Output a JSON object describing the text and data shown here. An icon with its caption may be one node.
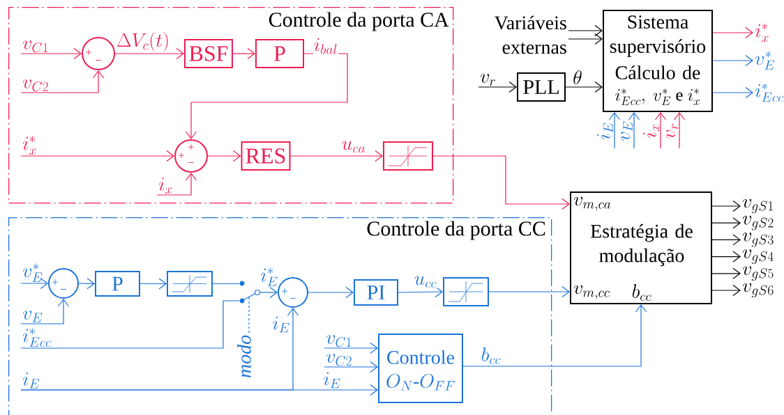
{
  "diagram": {
    "nodes": [
      {
        "text": [
          "Controle da porta CA"
        ]
      },
      {
        "text": [
          "+",
          "−"
        ],
        "in": 0
      },
      {
        "text": [
          "BSF"
        ],
        "in": 0
      },
      {
        "text": [
          "P"
        ],
        "in": 0
      },
      {
        "text": [
          "+",
          "+",
          "−"
        ],
        "in": 0
      },
      {
        "text": [
          "RES"
        ],
        "in": 0
      },
      {
        "text": [],
        "shape": "box",
        "in": 0
      },
      {
        "text": [
          "v_{C1}"
        ],
        "in": 0
      },
      {
        "text": [
          "v_{C2}"
        ],
        "in": 0
      },
      {
        "text": [
          "i_x^*"
        ],
        "in": 0
      },
      {
        "text": [
          "i_x"
        ],
        "in": 0
      },
      {
        "text": [
          "Sistema supervisório",
          "Cálculo de",
          "i^*_{Ecc},\\ v^*_E\\ \\mathrm{e}\\ i^*_x"
        ]
      },
      {
        "text": [
          "Variáveis externas"
        ]
      },
      {
        "text": [
          "v_r"
        ]
      },
      {
        "text": [
          "PLL"
        ]
      },
      {
        "text": [
          "i_x^*"
        ]
      },
      {
        "text": [
          "v_E^*"
        ]
      },
      {
        "text": [
          "i_{Ecc}^*"
        ]
      },
      {
        "text": [
          "i_E"
        ]
      },
      {
        "text": [
          "v_E"
        ]
      },
      {
        "text": [
          "i_x"
        ]
      },
      {
        "text": [
          "v_r"
        ]
      },
      {
        "text": [
          "v_{m,ca}",
          "Estratégia de modulação",
          "v_{m,cc}",
          "b_{cc}"
        ]
      },
      {
        "text": [
          "v_{gS1}"
        ]
      },
      {
        "text": [
          "v_{gS2}"
        ]
      },
      {
        "text": [
          "v_{gS3}"
        ]
      },
      {
        "text": [
          "v_{gS4}"
        ]
      },
      {
        "text": [
          "v_{gS5}"
        ]
      },
      {
        "text": [
          "v_{gS6}"
        ]
      },
      {
        "text": [
          "Controle da porta CC"
        ]
      },
      {
        "text": [
          "v_E^*"
        ],
        "in": 29
      },
      {
        "text": [
          "v_E"
        ],
        "in": 29
      },
      {
        "text": [
          "i_{Ecc}^*"
        ],
        "in": 29
      },
      {
        "text": [
          "i_E"
        ],
        "in": 29
      },
      {
        "text": [
          "+",
          "−"
        ],
        "in": 29
      },
      {
        "text": [
          "P"
        ],
        "in": 29
      },
      {
        "text": [],
        "shape": "box",
        "in": 29
      },
      {
        "text": [],
        "shape": "switch",
        "in": 29,
        "beside": [
          "modo"
        ]
      },
      {
        "text": [
          "+",
          "−"
        ],
        "in": 29
      },
      {
        "text": [
          "PI"
        ],
        "in": 29
      },
      {
        "text": [],
        "shape": "box",
        "in": 29
      },
      {
        "text": [
          "Controle",
          "O_N\\mbox{-}O_{FF}"
        ],
        "in": 29
      },
      {
        "text": [
          "v_{C1}"
        ],
        "in": 29
      },
      {
        "text": [
          "v_{C2}"
        ],
        "in": 29
      }
    ],
    "edges": [
      {
        "from": 7,
        "to": 1,
        "arrow": "to",
        "color": "#ee1d52"
      },
      {
        "from": 8,
        "to": 1,
        "arrow": "to",
        "color": "#ee1d52"
      },
      {
        "from": 1,
        "to": 2,
        "arrow": "to",
        "color": "#ee1d52",
        "label": "\\Delta V_c(t)"
      },
      {
        "from": 2,
        "to": 3,
        "arrow": "to",
        "color": "#ee1d52"
      },
      {
        "from": 3,
        "to": 4,
        "arrow": "to",
        "color": "#ee1d52",
        "label": "i_{bal}"
      },
      {
        "from": 9,
        "to": 4,
        "arrow": "to",
        "color": "#ee1d52"
      },
      {
        "from": 10,
        "to": 4,
        "arrow": "to",
        "color": "#ee1d52"
      },
      {
        "from": 4,
        "to": 5,
        "arrow": "to",
        "color": "#ee1d52"
      },
      {
        "from": 5,
        "to": 6,
        "arrow": "to",
        "color": "#ee1d52",
        "label": "u_{ca}"
      },
      {
        "from": 6,
        "to": 22,
        "arrow": "to",
        "color": "#ee1d52"
      },
      {
        "from": 12,
        "to": 11,
        "arrow": "to",
        "color": "#000000"
      },
      {
        "from": 12,
        "to": 11,
        "arrow": "to",
        "color": "#000000"
      },
      {
        "from": 13,
        "to": 14,
        "arrow": "to",
        "color": "#000000"
      },
      {
        "from": 14,
        "to": 11,
        "arrow": "to",
        "color": "#000000",
        "label": "\\theta"
      },
      {
        "from": 11,
        "to": 15,
        "arrow": "to",
        "color": "#ee1d52"
      },
      {
        "from": 11,
        "to": 16,
        "arrow": "to"
      },
      {
        "from": 11,
        "to": 17,
        "arrow": "to"
      },
      {
        "from": 18,
        "to": 11,
        "arrow": "to"
      },
      {
        "from": 19,
        "to": 11,
        "arrow": "to"
      },
      {
        "from": 20,
        "to": 11,
        "arrow": "to",
        "color": "#ee1d52"
      },
      {
        "from": 21,
        "to": 11,
        "arrow": "to",
        "color": "#ee1d52"
      },
      {
        "from": 22,
        "to": 23,
        "arrow": "to",
        "color": "#000000"
      },
      {
        "from": 22,
        "to": 24,
        "arrow": "to",
        "color": "#000000"
      },
      {
        "from": 22,
        "to": 25,
        "arrow": "to",
        "color": "#000000"
      },
      {
        "from": 22,
        "to": 26,
        "arrow": "to",
        "color": "#000000"
      },
      {
        "from": 22,
        "to": 27,
        "arrow": "to",
        "color": "#000000"
      },
      {
        "from": 22,
        "to": 28,
        "arrow": "to",
        "color": "#000000"
      },
      {
        "from": 30,
        "to": 34,
        "arrow": "to"
      },
      {
        "from": 31,
        "to": 34,
        "arrow": "to"
      },
      {
        "from": 34,
        "to": 35,
        "arrow": "to"
      },
      {
        "from": 35,
        "to": 36,
        "arrow": "to"
      },
      {
        "from": 36,
        "to": 37,
        "arrow": "none"
      },
      {
        "from": 32,
        "to": 37,
        "arrow": "none"
      },
      {
        "from": 37,
        "to": 38,
        "arrow": "to",
        "label": "i_E^*"
      },
      {
        "from": 33,
        "to": 38,
        "arrow": "to",
        "label": "i_E"
      },
      {
        "from": 33,
        "to": 41,
        "arrow": "to",
        "label": "i_E"
      },
      {
        "from": 38,
        "to": 39,
        "arrow": "to"
      },
      {
        "from": 39,
        "to": 40,
        "arrow": "to",
        "label": "u_{cc}"
      },
      {
        "from": 40,
        "to": 22,
        "arrow": "to"
      },
      {
        "from": 41,
        "to": 22,
        "arrow": "to",
        "label": "b_{cc}"
      },
      {
        "from": 42,
        "to": 41,
        "arrow": "to"
      },
      {
        "from": 43,
        "to": 41,
        "arrow": "to"
      }
    ]
  }
}
